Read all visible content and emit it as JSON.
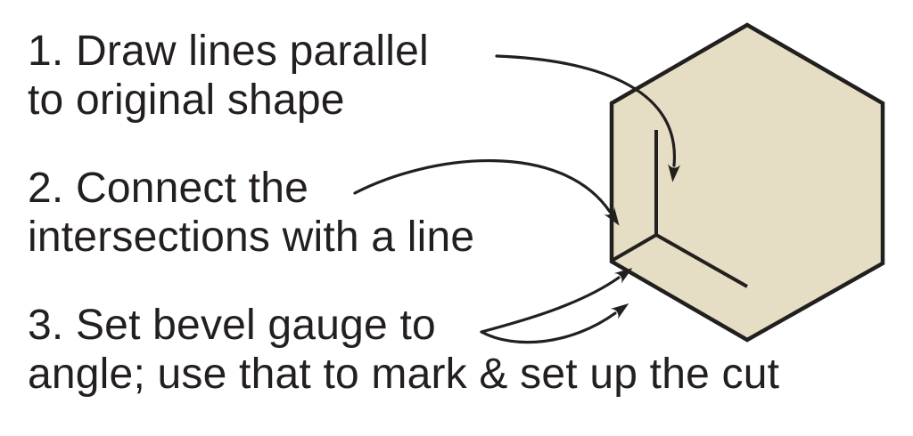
{
  "figure": {
    "background": "#ffffff",
    "text_color": "#231f20",
    "line_color": "#221f1f"
  },
  "instructions": {
    "step1": {
      "line1": "1. Draw lines parallel",
      "line2": "to original shape"
    },
    "step2": {
      "line1": "2. Connect the",
      "line2": "intersections with a line"
    },
    "step3": {
      "line1": "3. Set bevel gauge to",
      "line2": "angle; use that to mark & set up the cut"
    }
  },
  "diagram": {
    "shape": "hexagon",
    "hexagon_fill": "#e5dec5",
    "hexagon_outline": "#221f1f",
    "construction_lines": [
      "parallel-line-vertical",
      "parallel-line-diagonal",
      "miter-connecting-line"
    ],
    "arrows": [
      "arrow-step1",
      "arrow-step2",
      "arrow-step3-upper",
      "arrow-step3-lower"
    ]
  }
}
